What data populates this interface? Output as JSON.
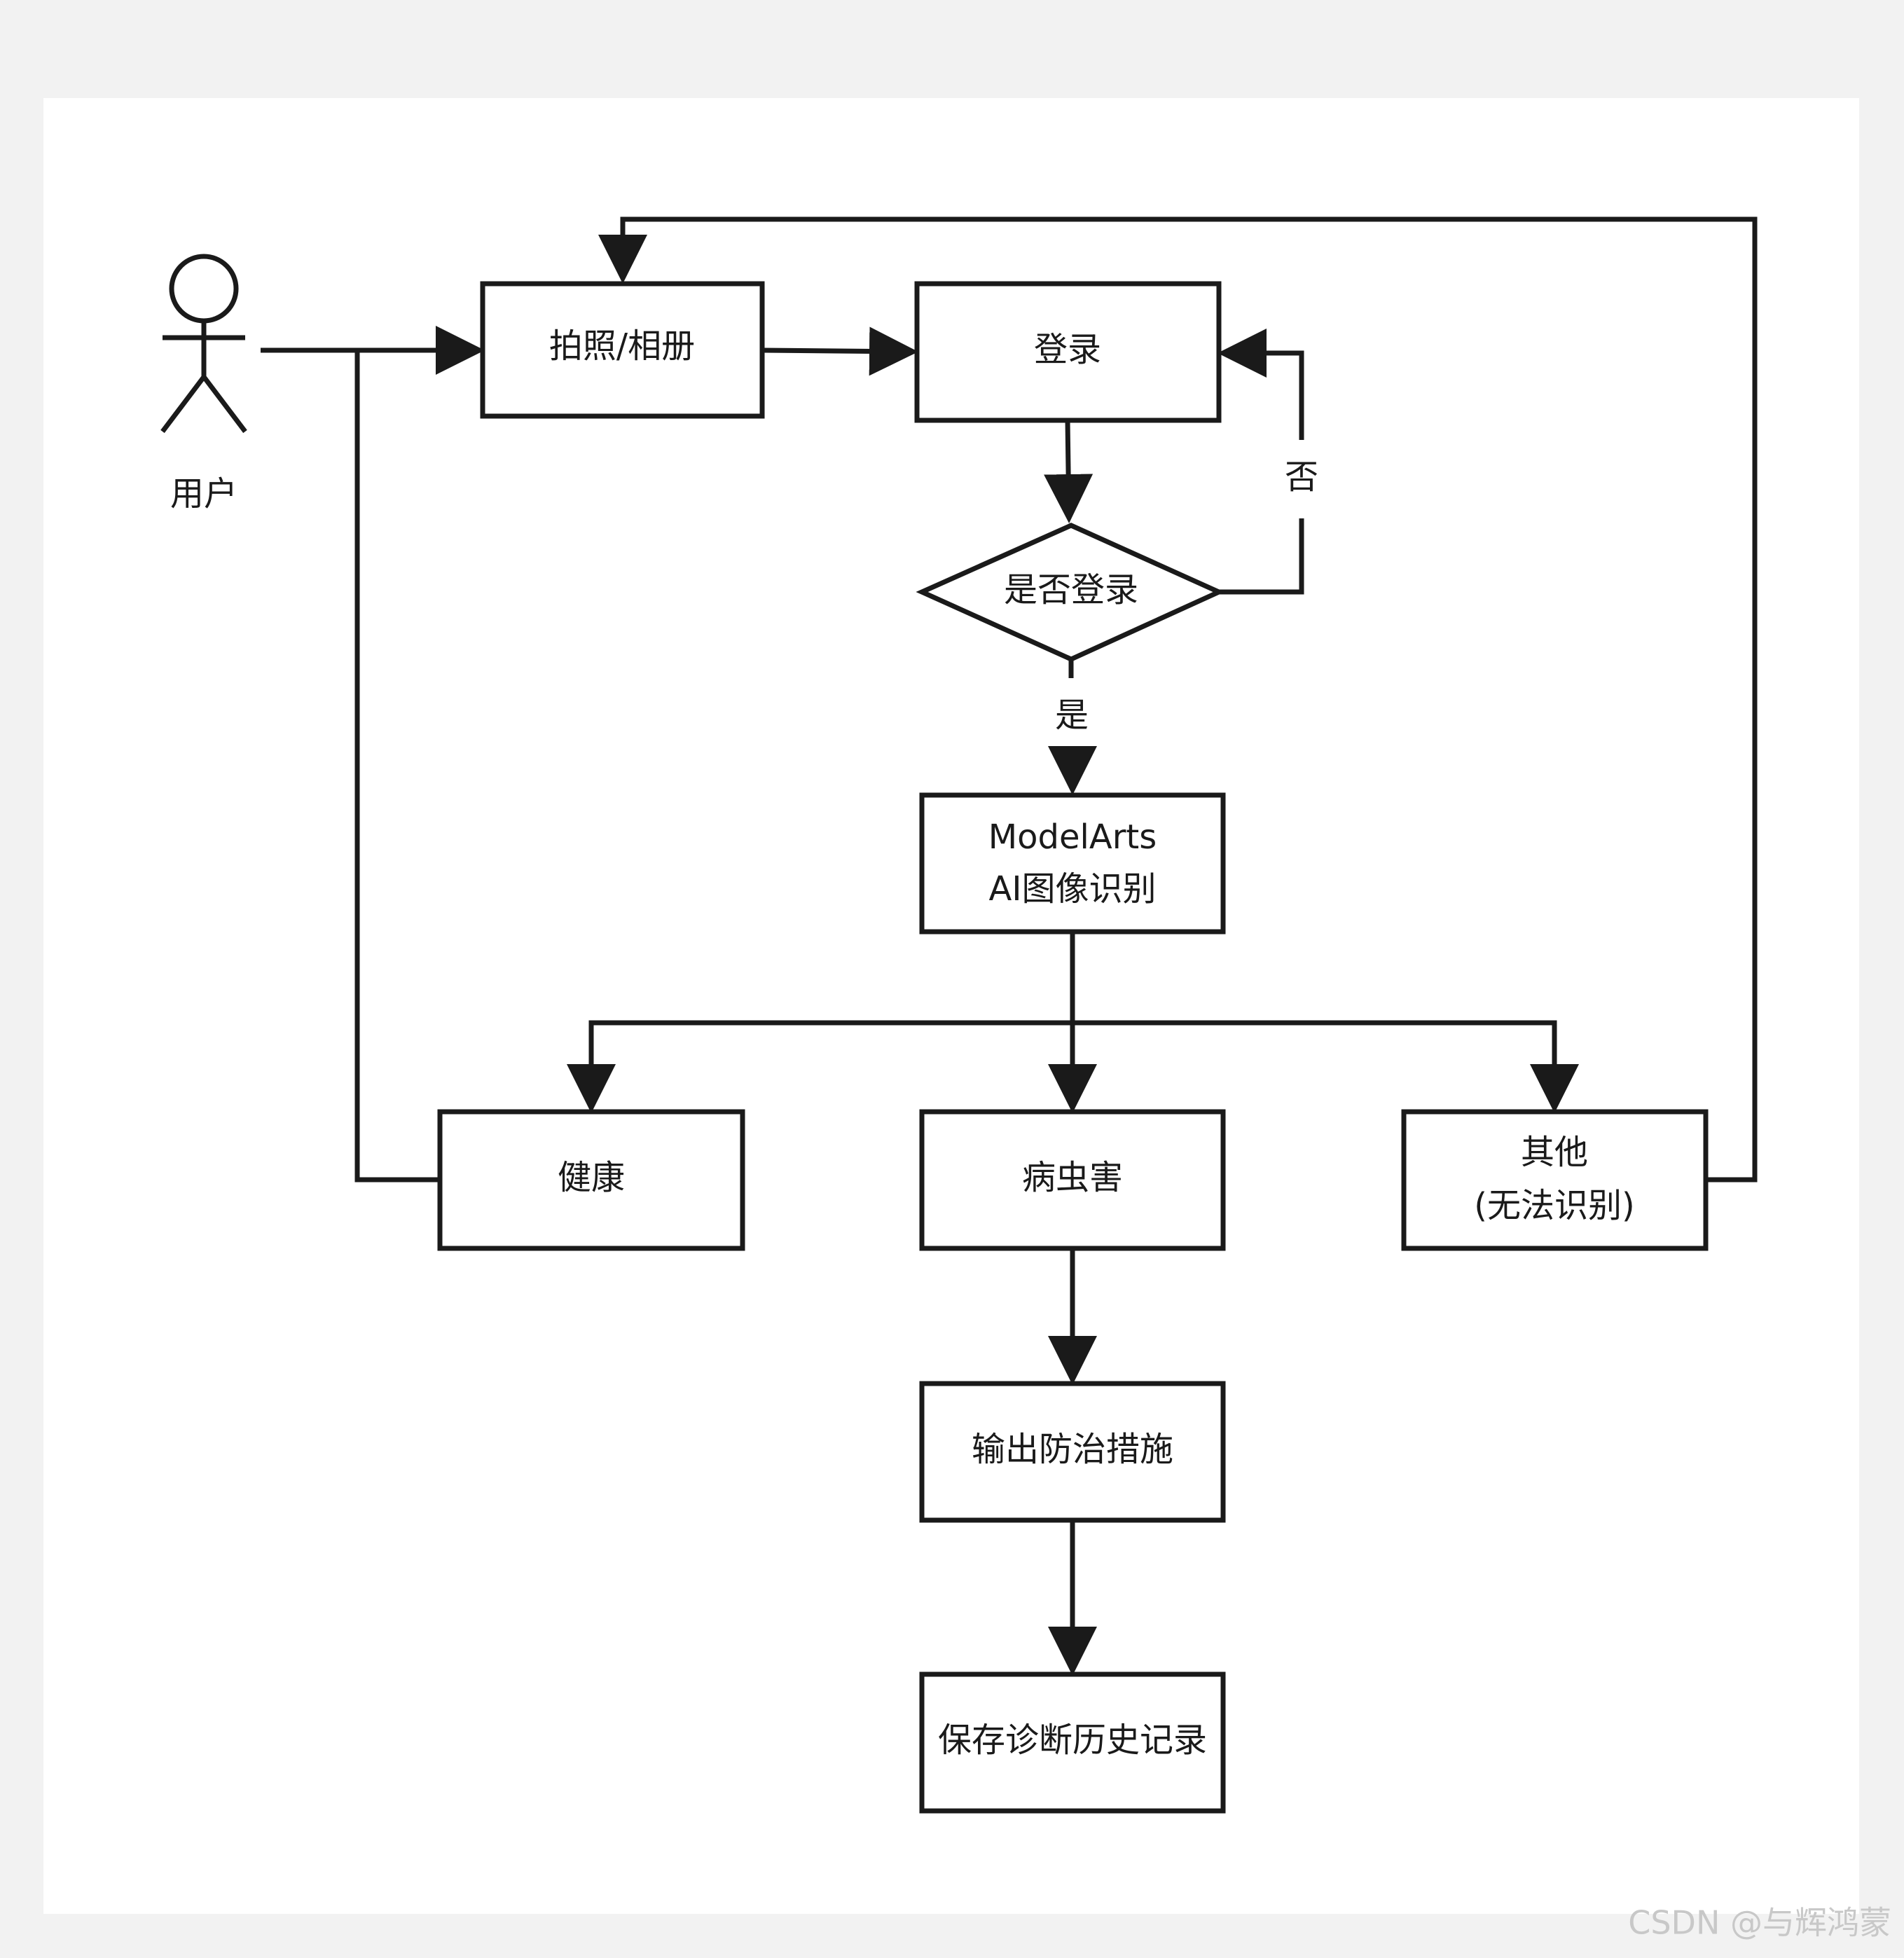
{
  "colors": {
    "background": "#f2f2f2",
    "canvas": "#ffffff",
    "stroke": "#1a1a1a",
    "text": "#1a1a1a",
    "watermark": "#c8c8c8"
  },
  "actor": {
    "label": "用户"
  },
  "nodes": {
    "capture": "拍照/相册",
    "login": "登录",
    "decision": "是否登录",
    "recognition_line1": "ModelArts",
    "recognition_line2": "AI图像识别",
    "healthy": "健康",
    "pest": "病虫害",
    "other_line1": "其他",
    "other_line2": "(无法识别)",
    "measures": "输出防治措施",
    "history": "保存诊断历史记录"
  },
  "edges": {
    "no_label": "否",
    "yes_label": "是"
  },
  "watermark": "CSDN @与辉鸿蒙"
}
